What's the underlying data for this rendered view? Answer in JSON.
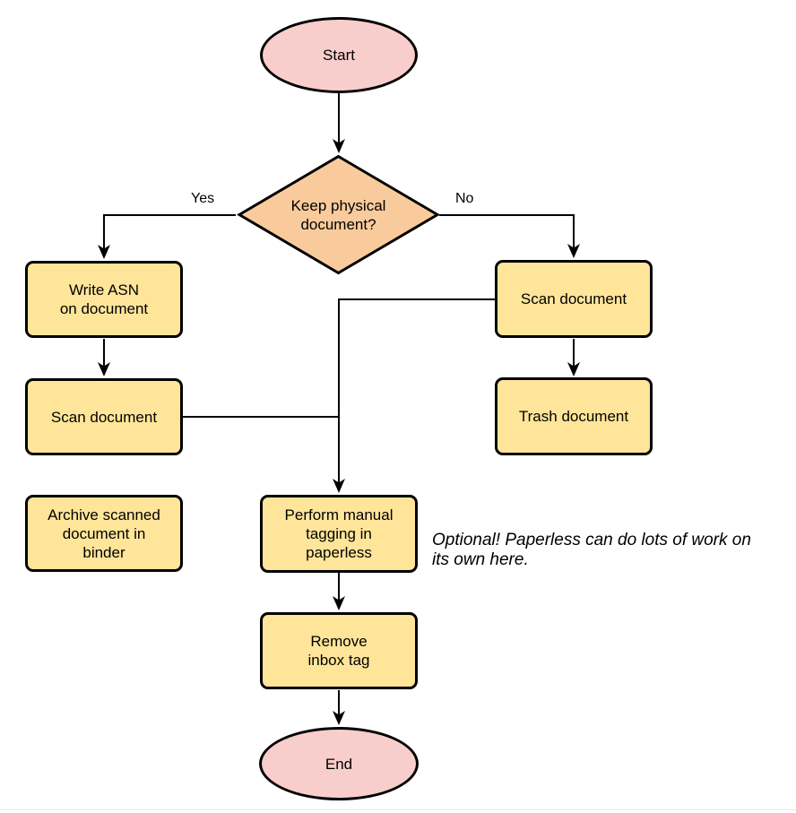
{
  "diagram": {
    "type": "flowchart",
    "nodes": {
      "start": {
        "label": "Start",
        "shape": "terminator"
      },
      "decision": {
        "label": [
          "Keep physical",
          "document?"
        ],
        "shape": "decision"
      },
      "write_asn": {
        "label": [
          "Write ASN",
          "on document"
        ],
        "shape": "process"
      },
      "scan_left": {
        "label": "Scan document",
        "shape": "process"
      },
      "archive": {
        "label": [
          "Archive scanned",
          "document in",
          "binder"
        ],
        "shape": "process"
      },
      "scan_right": {
        "label": "Scan document",
        "shape": "process"
      },
      "trash": {
        "label": "Trash document",
        "shape": "process"
      },
      "perform_tagging": {
        "label": [
          "Perform manual",
          "tagging in",
          "paperless"
        ],
        "shape": "process"
      },
      "remove_inbox": {
        "label": [
          "Remove",
          "inbox tag"
        ],
        "shape": "process"
      },
      "end": {
        "label": "End",
        "shape": "terminator"
      }
    },
    "edge_labels": {
      "yes": "Yes",
      "no": "No"
    },
    "note": {
      "lines": [
        "Optional! Paperless can do lots of work on",
        "its own here."
      ]
    },
    "edges": [
      "start -> decision",
      "decision -> write_asn (Yes)",
      "decision -> scan_right (No)",
      "write_asn -> scan_left",
      "scan_left -> perform_tagging",
      "scan_right -> perform_tagging",
      "scan_right -> trash",
      "perform_tagging -> remove_inbox",
      "remove_inbox -> end"
    ],
    "colors": {
      "terminator_fill": "#f8cecc",
      "decision_fill": "#f9cb9c",
      "process_fill": "#ffe599",
      "stroke": "#000000",
      "background": "#ffffff"
    }
  }
}
